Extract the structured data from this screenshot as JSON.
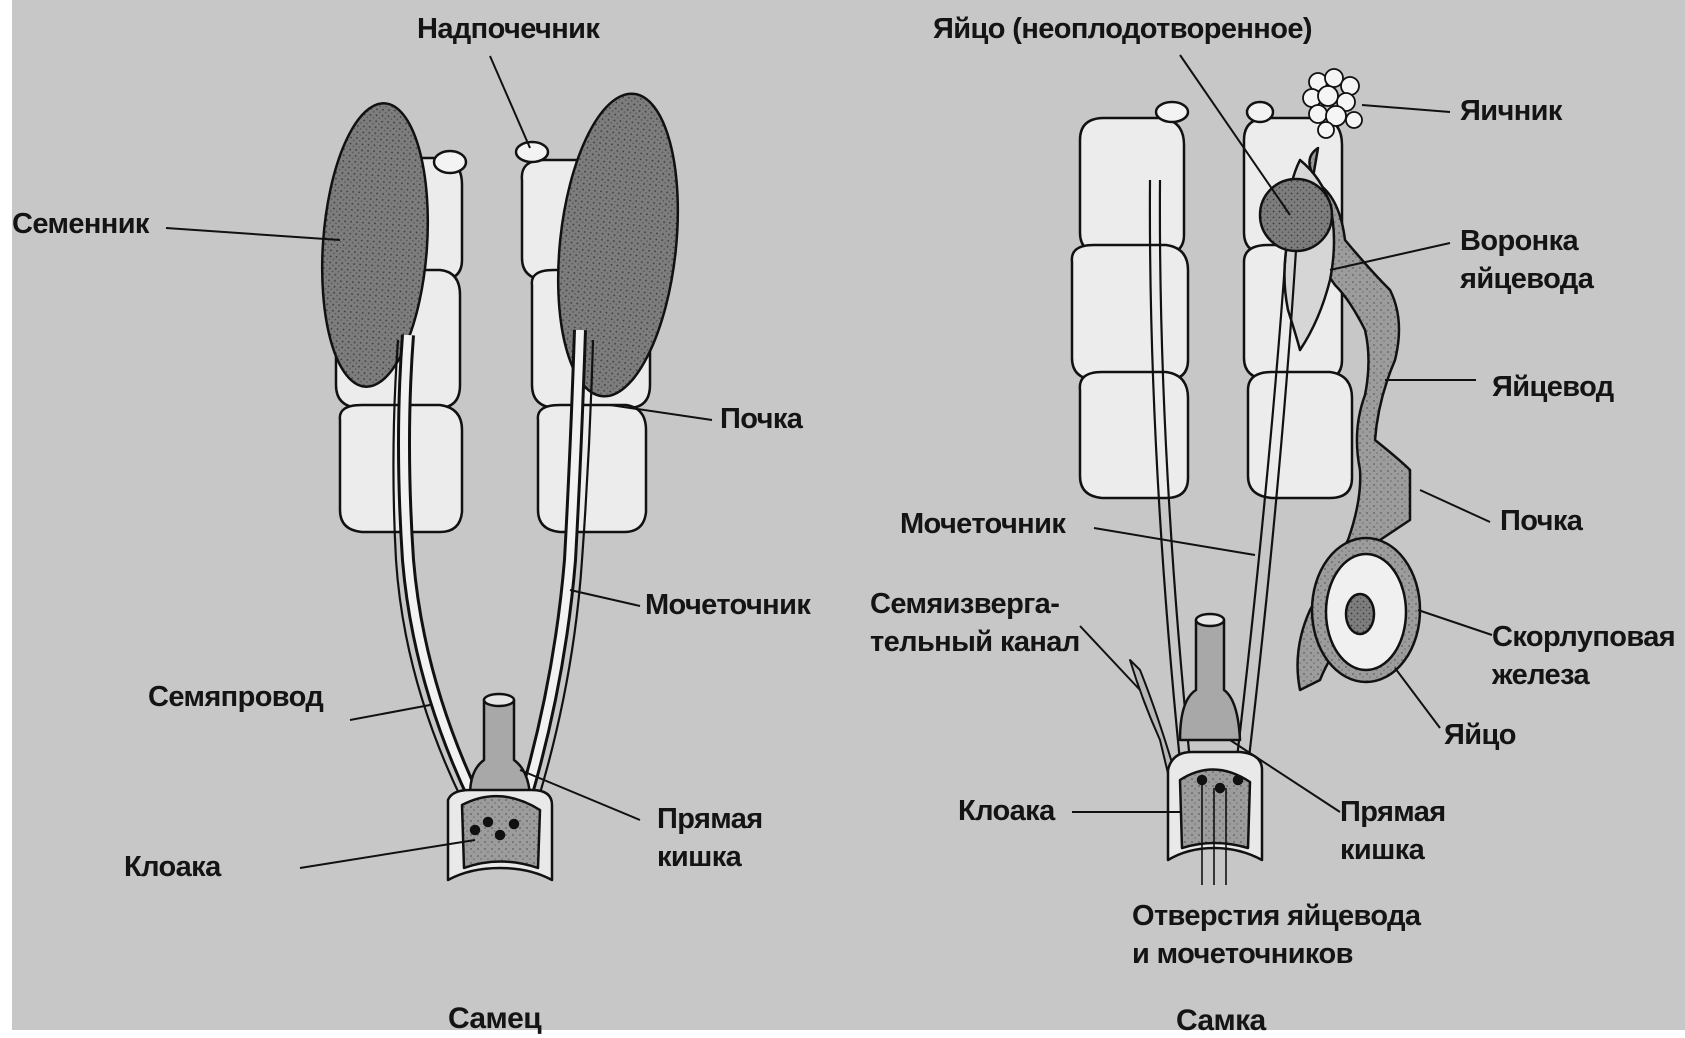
{
  "male": {
    "caption": "Самец",
    "labels": {
      "adrenal": "Надпочечник",
      "testis": "Семенник",
      "kidney": "Почка",
      "ureter": "Мочеточник",
      "vas_deferens": "Семяпровод",
      "rectum_line1": "Прямая",
      "rectum_line2": "кишка",
      "cloaca": "Клоака"
    }
  },
  "female": {
    "caption": "Самка",
    "labels": {
      "egg_unfertilized": "Яйцо (неоплодотворенное)",
      "ovary": "Яичник",
      "infundibulum_line1": "Воронка",
      "infundibulum_line2": "яйцевода",
      "oviduct": "Яйцевод",
      "kidney": "Почка",
      "ureter": "Мочеточник",
      "vestigial_duct_line1": "Семяизверга-",
      "vestigial_duct_line2": "тельный канал",
      "shell_gland_line1": "Скорлуповая",
      "shell_gland_line2": "железа",
      "egg": "Яйцо",
      "cloaca": "Клоака",
      "rectum_line1": "Прямая",
      "rectum_line2": "кишка",
      "openings_line1": "Отверстия яйцевода",
      "openings_line2": "и мочеточников"
    }
  },
  "colors": {
    "background": "#c7c7c7",
    "outline": "#111111",
    "kidney_fill": "#ececec",
    "testis_fill": "#7a7a7a",
    "gland_fill": "#9a9a9a"
  }
}
